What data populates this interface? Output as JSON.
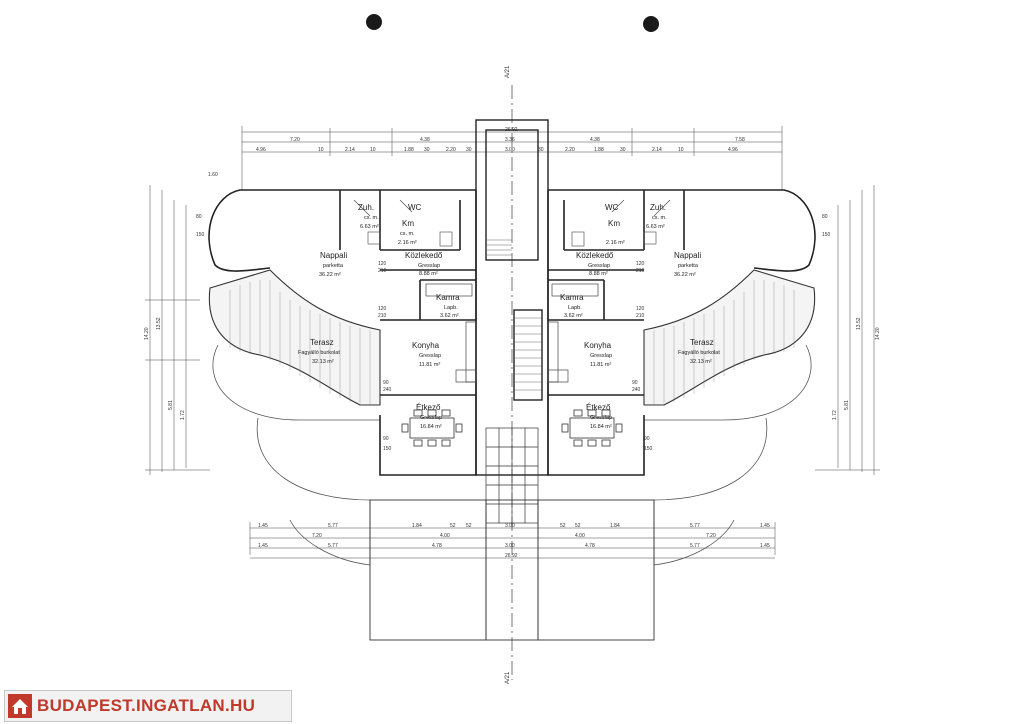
{
  "section_marks": {
    "top": "A/21",
    "bottom": "A/21"
  },
  "dimensions": {
    "top_total": "26.92",
    "top_row1": [
      "7.20",
      "4.38",
      "3.36",
      "4.38",
      "7.58"
    ],
    "top_row2": [
      "4.96",
      "10",
      "2.14",
      "10",
      "1.88",
      "30",
      "2.20",
      "30",
      "3.00",
      "30",
      "2.20",
      "1.88",
      "30",
      "2.14",
      "10",
      "4.96"
    ],
    "bottom_row1": [
      "1.45",
      "5.77",
      "1.84",
      "52",
      "52",
      "3.00",
      "52",
      "52",
      "1.84",
      "5.77",
      "1.45"
    ],
    "bottom_row2": [
      "7.20",
      "4.00",
      "4.00",
      "7.20"
    ],
    "bottom_row3": [
      "1.45",
      "5.77",
      "4.78",
      "3.00",
      "4.78",
      "5.77",
      "1.45"
    ],
    "bottom_total": "26.92",
    "left": [
      "14.20",
      "13.52",
      "5.81",
      "1.72",
      "1.60"
    ],
    "right": [
      "14.20",
      "13.52",
      "5.81",
      "1.72"
    ]
  },
  "rooms_left": [
    {
      "key": "zuh",
      "name": "Zuh.",
      "floor": "cs. m.",
      "area": "6.63 m²"
    },
    {
      "key": "wc",
      "name": "WC",
      "floor": "",
      "area": ""
    },
    {
      "key": "km",
      "name": "Km",
      "floor": "cs. m.",
      "area": "2.16 m²"
    },
    {
      "key": "kozlekedo",
      "name": "Közlekedő",
      "floor": "Gresslap",
      "area": "8.88 m²"
    },
    {
      "key": "nappali",
      "name": "Nappali",
      "floor": "parketta",
      "area": "36.22 m²"
    },
    {
      "key": "kamra",
      "name": "Kamra",
      "floor": "Lapb.",
      "area": "3.62 m²"
    },
    {
      "key": "konyha",
      "name": "Konyha",
      "floor": "Gresslap",
      "area": "11.81 m²"
    },
    {
      "key": "terasz",
      "name": "Terasz",
      "floor": "Fagyálló burkolat",
      "area": "32.13 m²"
    },
    {
      "key": "etkezo",
      "name": "Étkező",
      "floor": "Gresslap",
      "area": "16.84 m²"
    }
  ],
  "rooms_right": [
    {
      "key": "zuh",
      "name": "Zuh.",
      "floor": "cs. m.",
      "area": "6.63 m²"
    },
    {
      "key": "wc",
      "name": "WC",
      "floor": "",
      "area": ""
    },
    {
      "key": "km",
      "name": "Km",
      "floor": "",
      "area": "2.16 m²"
    },
    {
      "key": "kozlekedo",
      "name": "Közlekedő",
      "floor": "Gresslap",
      "area": "8.88 m²"
    },
    {
      "key": "nappali",
      "name": "Nappali",
      "floor": "parketta",
      "area": "36.22 m²"
    },
    {
      "key": "kamra",
      "name": "Kamra",
      "floor": "Lapb.",
      "area": "3.62 m²"
    },
    {
      "key": "konyha",
      "name": "Konyha",
      "floor": "Gresslap",
      "area": "11.81 m²"
    },
    {
      "key": "terasz",
      "name": "Terasz",
      "floor": "Fagyálló burkolat",
      "area": "32.13 m²"
    },
    {
      "key": "etkezo",
      "name": "Étkező",
      "floor": "Gresslap",
      "area": "16.84 m²"
    }
  ],
  "door_marks": {
    "a": "120",
    "b": "210",
    "c": "90",
    "d": "240",
    "e": "150",
    "f": "80"
  },
  "watermark": {
    "text": "BUDAPEST.INGATLAN.HU",
    "brand_color": "#c0392b"
  }
}
